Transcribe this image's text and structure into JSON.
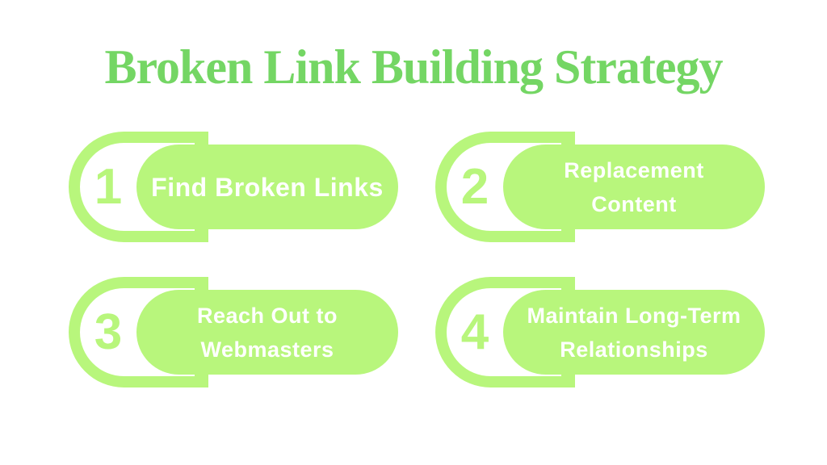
{
  "page": {
    "background": "#ffffff"
  },
  "title": {
    "text": "Broken Link Building Strategy",
    "color": "#74d664"
  },
  "theme": {
    "lime": "#b8f67c",
    "label_text": "#ffffff"
  },
  "steps": [
    {
      "number": "1",
      "line1": "Find Broken Links",
      "line2": ""
    },
    {
      "number": "2",
      "line1": "Replacement",
      "line2": "Content"
    },
    {
      "number": "3",
      "line1": "Reach Out to",
      "line2": "Webmasters"
    },
    {
      "number": "4",
      "line1": "Maintain Long-Term",
      "line2": "Relationships"
    }
  ]
}
